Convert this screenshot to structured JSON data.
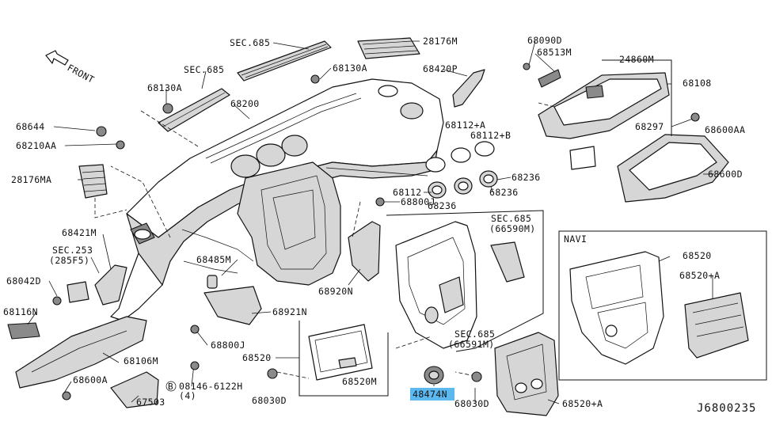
{
  "diagram_id": "J6800235",
  "front_label": "FRONT",
  "navi_label": "NAVI",
  "highlighted_part": "48474N",
  "labels": {
    "sec685_a": "SEC.685",
    "p28176M": "28176M",
    "p68090D": "68090D",
    "p68513M": "68513M",
    "p24860M": "24860M",
    "p68108": "68108",
    "sec685_b": "SEC.685",
    "p68130A_a": "68130A",
    "p68420P": "68420P",
    "p68130A_b": "68130A",
    "p68200": "68200",
    "p68644": "68644",
    "p68210AA": "68210AA",
    "p68112A": "68112+A",
    "p68112B": "68112+B",
    "p68297": "68297",
    "p68600AA": "68600AA",
    "p28176MA": "28176MA",
    "p68236_a": "68236",
    "p68112": "68112",
    "p68236_b": "68236",
    "p68236_c": "68236",
    "p68600D": "68600D",
    "p68800J_a": "68800J",
    "sec685_c": "SEC.685",
    "p66590M": "(66590M)",
    "p68421M": "68421M",
    "sec253": "SEC.253",
    "p285F5": "(285F5)",
    "p68485M": "68485M",
    "p68520_navi": "68520",
    "p68520A_navi": "68520+A",
    "p68042D": "68042D",
    "p68920N": "68920N",
    "p68116N": "68116N",
    "p68921N": "68921N",
    "sec685_d": "SEC.685",
    "p66591M": "(66591M)",
    "p68800J_b": "68800J",
    "p68520": "68520",
    "p68106M": "68106M",
    "p68520M": "68520M",
    "p08146": "08146-6122H",
    "p08146_qty": "(4)",
    "bolt_b": "B",
    "p68600A": "68600A",
    "p68030D_a": "68030D",
    "p48474N": "48474N",
    "p68030D_b": "68030D",
    "p68520A": "68520+A",
    "p67503": "67503"
  }
}
